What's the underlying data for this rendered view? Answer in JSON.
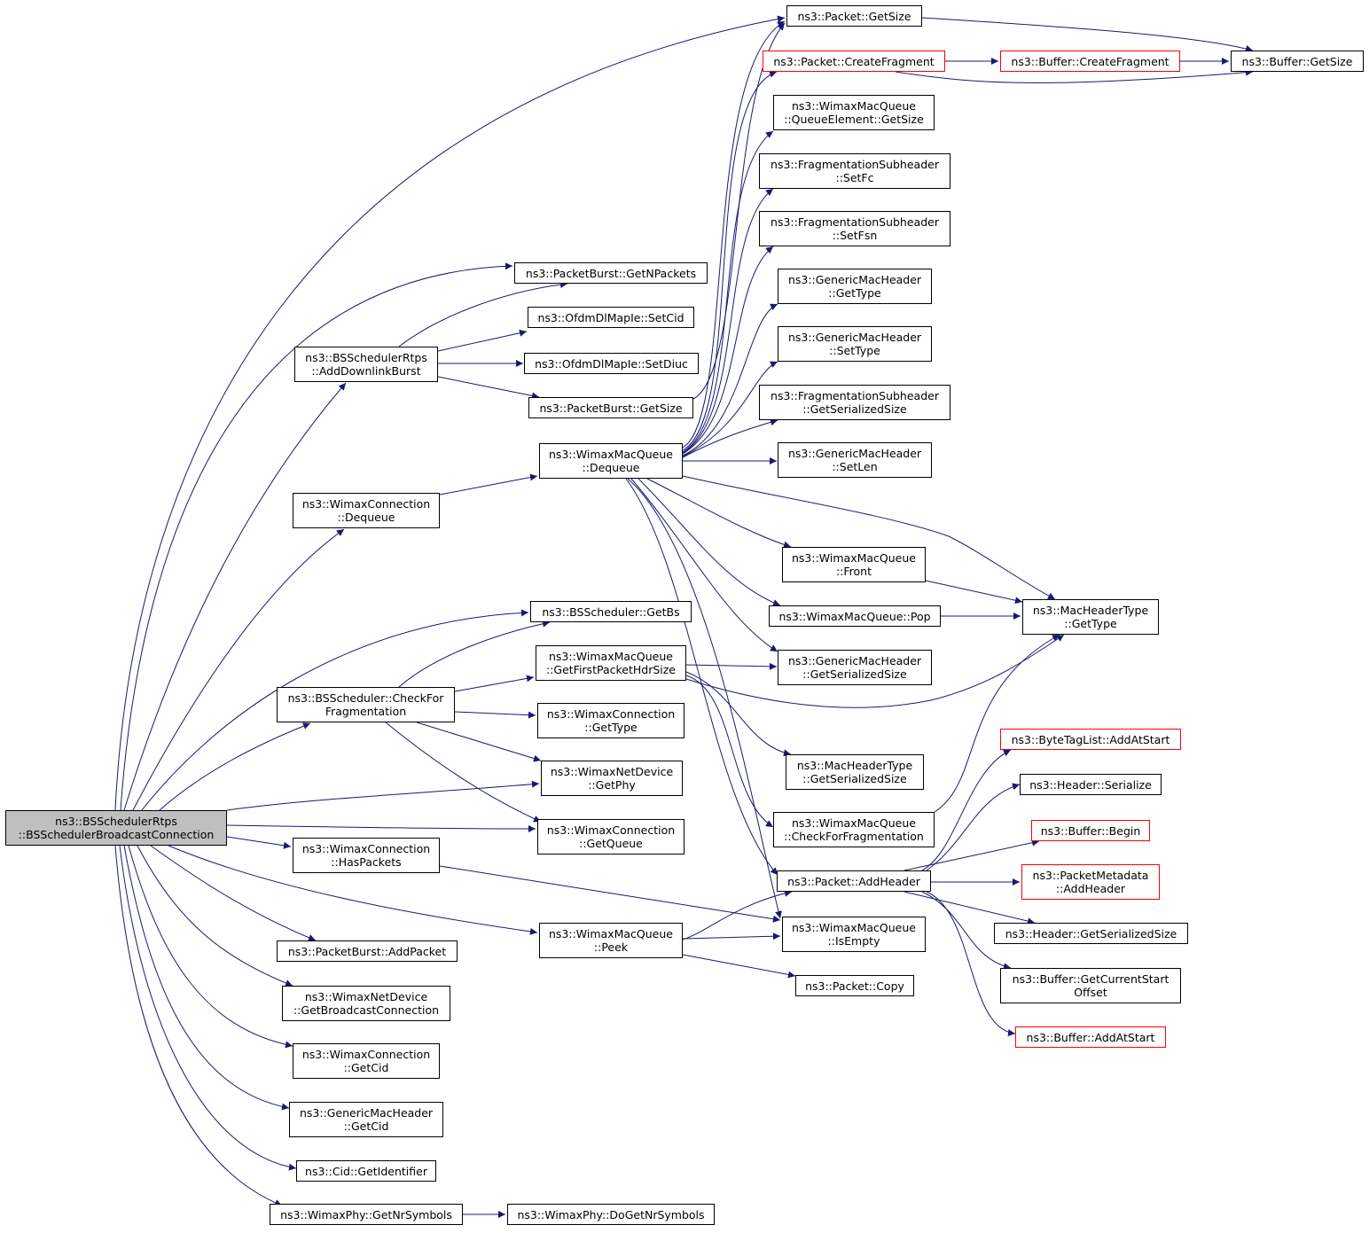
{
  "colors": {
    "edge": "#191970",
    "node_border": "#000000",
    "incomplete_border": "#ff0000",
    "root_fill": "#bfbfbf"
  },
  "nodes": {
    "root": {
      "lines": [
        "ns3::BSSchedulerRtps",
        "::BSSchedulerBroadcastConnection"
      ]
    },
    "addDownlinkBurst": {
      "lines": [
        "ns3::BSSchedulerRtps",
        "::AddDownlinkBurst"
      ]
    },
    "wcDequeue": {
      "lines": [
        "ns3::WimaxConnection",
        "::Dequeue"
      ]
    },
    "checkForFrag": {
      "lines": [
        "ns3::BSScheduler::CheckFor",
        "Fragmentation"
      ]
    },
    "wcHasPackets": {
      "lines": [
        "ns3::WimaxConnection",
        "::HasPackets"
      ]
    },
    "pbAddPacket": {
      "lines": [
        "ns3::PacketBurst::AddPacket"
      ]
    },
    "wndGetBroadcast": {
      "lines": [
        "ns3::WimaxNetDevice",
        "::GetBroadcastConnection"
      ]
    },
    "wcGetCid": {
      "lines": [
        "ns3::WimaxConnection",
        "::GetCid"
      ]
    },
    "gmhGetCid": {
      "lines": [
        "ns3::GenericMacHeader",
        "::GetCid"
      ]
    },
    "cidGetIdentifier": {
      "lines": [
        "ns3::Cid::GetIdentifier"
      ]
    },
    "phyGetNrSymbols": {
      "lines": [
        "ns3::WimaxPhy::GetNrSymbols"
      ]
    },
    "pbGetNPackets": {
      "lines": [
        "ns3::PacketBurst::GetNPackets"
      ]
    },
    "ofdmSetCid": {
      "lines": [
        "ns3::OfdmDlMapIe::SetCid"
      ]
    },
    "ofdmSetDiuc": {
      "lines": [
        "ns3::OfdmDlMapIe::SetDiuc"
      ]
    },
    "pbGetSize": {
      "lines": [
        "ns3::PacketBurst::GetSize"
      ]
    },
    "wmqDequeue": {
      "lines": [
        "ns3::WimaxMacQueue",
        "::Dequeue"
      ]
    },
    "bsGetBs": {
      "lines": [
        "ns3::BSScheduler::GetBs"
      ]
    },
    "wmqFirstHdr": {
      "lines": [
        "ns3::WimaxMacQueue",
        "::GetFirstPacketHdrSize"
      ]
    },
    "wcGetType": {
      "lines": [
        "ns3::WimaxConnection",
        "::GetType"
      ]
    },
    "wndGetPhy": {
      "lines": [
        "ns3::WimaxNetDevice",
        "::GetPhy"
      ]
    },
    "wcGetQueue": {
      "lines": [
        "ns3::WimaxConnection",
        "::GetQueue"
      ]
    },
    "wmqPeek": {
      "lines": [
        "ns3::WimaxMacQueue",
        "::Peek"
      ]
    },
    "phyDoGetNrSymbols": {
      "lines": [
        "ns3::WimaxPhy::DoGetNrSymbols"
      ]
    },
    "pktGetSize": {
      "lines": [
        "ns3::Packet::GetSize"
      ]
    },
    "pktCreateFragment": {
      "lines": [
        "ns3::Packet::CreateFragment"
      ]
    },
    "qeGetSize": {
      "lines": [
        "ns3::WimaxMacQueue",
        "::QueueElement::GetSize"
      ]
    },
    "fsSetFc": {
      "lines": [
        "ns3::FragmentationSubheader",
        "::SetFc"
      ]
    },
    "fsSetFsn": {
      "lines": [
        "ns3::FragmentationSubheader",
        "::SetFsn"
      ]
    },
    "gmhGetType": {
      "lines": [
        "ns3::GenericMacHeader",
        "::GetType"
      ]
    },
    "gmhSetType": {
      "lines": [
        "ns3::GenericMacHeader",
        "::SetType"
      ]
    },
    "fsGetSerSize": {
      "lines": [
        "ns3::FragmentationSubheader",
        "::GetSerializedSize"
      ]
    },
    "gmhSetLen": {
      "lines": [
        "ns3::GenericMacHeader",
        "::SetLen"
      ]
    },
    "wmqFront": {
      "lines": [
        "ns3::WimaxMacQueue",
        "::Front"
      ]
    },
    "wmqPop": {
      "lines": [
        "ns3::WimaxMacQueue::Pop"
      ]
    },
    "gmhGetSerSize": {
      "lines": [
        "ns3::GenericMacHeader",
        "::GetSerializedSize"
      ]
    },
    "mhtGetSerSize": {
      "lines": [
        "ns3::MacHeaderType",
        "::GetSerializedSize"
      ]
    },
    "wmqCheckFrag": {
      "lines": [
        "ns3::WimaxMacQueue",
        "::CheckForFragmentation"
      ]
    },
    "pktAddHeader": {
      "lines": [
        "ns3::Packet::AddHeader"
      ]
    },
    "wmqIsEmpty": {
      "lines": [
        "ns3::WimaxMacQueue",
        "::IsEmpty"
      ]
    },
    "pktCopy": {
      "lines": [
        "ns3::Packet::Copy"
      ]
    },
    "bufCreateFragment": {
      "lines": [
        "ns3::Buffer::CreateFragment"
      ]
    },
    "bufGetSize": {
      "lines": [
        "ns3::Buffer::GetSize"
      ]
    },
    "mhtGetType": {
      "lines": [
        "ns3::MacHeaderType",
        "::GetType"
      ]
    },
    "btlAddAtStart": {
      "lines": [
        "ns3::ByteTagList::AddAtStart"
      ]
    },
    "hdrSerialize": {
      "lines": [
        "ns3::Header::Serialize"
      ]
    },
    "bufBegin": {
      "lines": [
        "ns3::Buffer::Begin"
      ]
    },
    "pmAddHeader": {
      "lines": [
        "ns3::PacketMetadata",
        "::AddHeader"
      ]
    },
    "hdrGetSerSize": {
      "lines": [
        "ns3::Header::GetSerializedSize"
      ]
    },
    "bufGetCurStart": {
      "lines": [
        "ns3::Buffer::GetCurrentStart",
        "Offset"
      ]
    },
    "bufAddAtStart": {
      "lines": [
        "ns3::Buffer::AddAtStart"
      ]
    }
  }
}
